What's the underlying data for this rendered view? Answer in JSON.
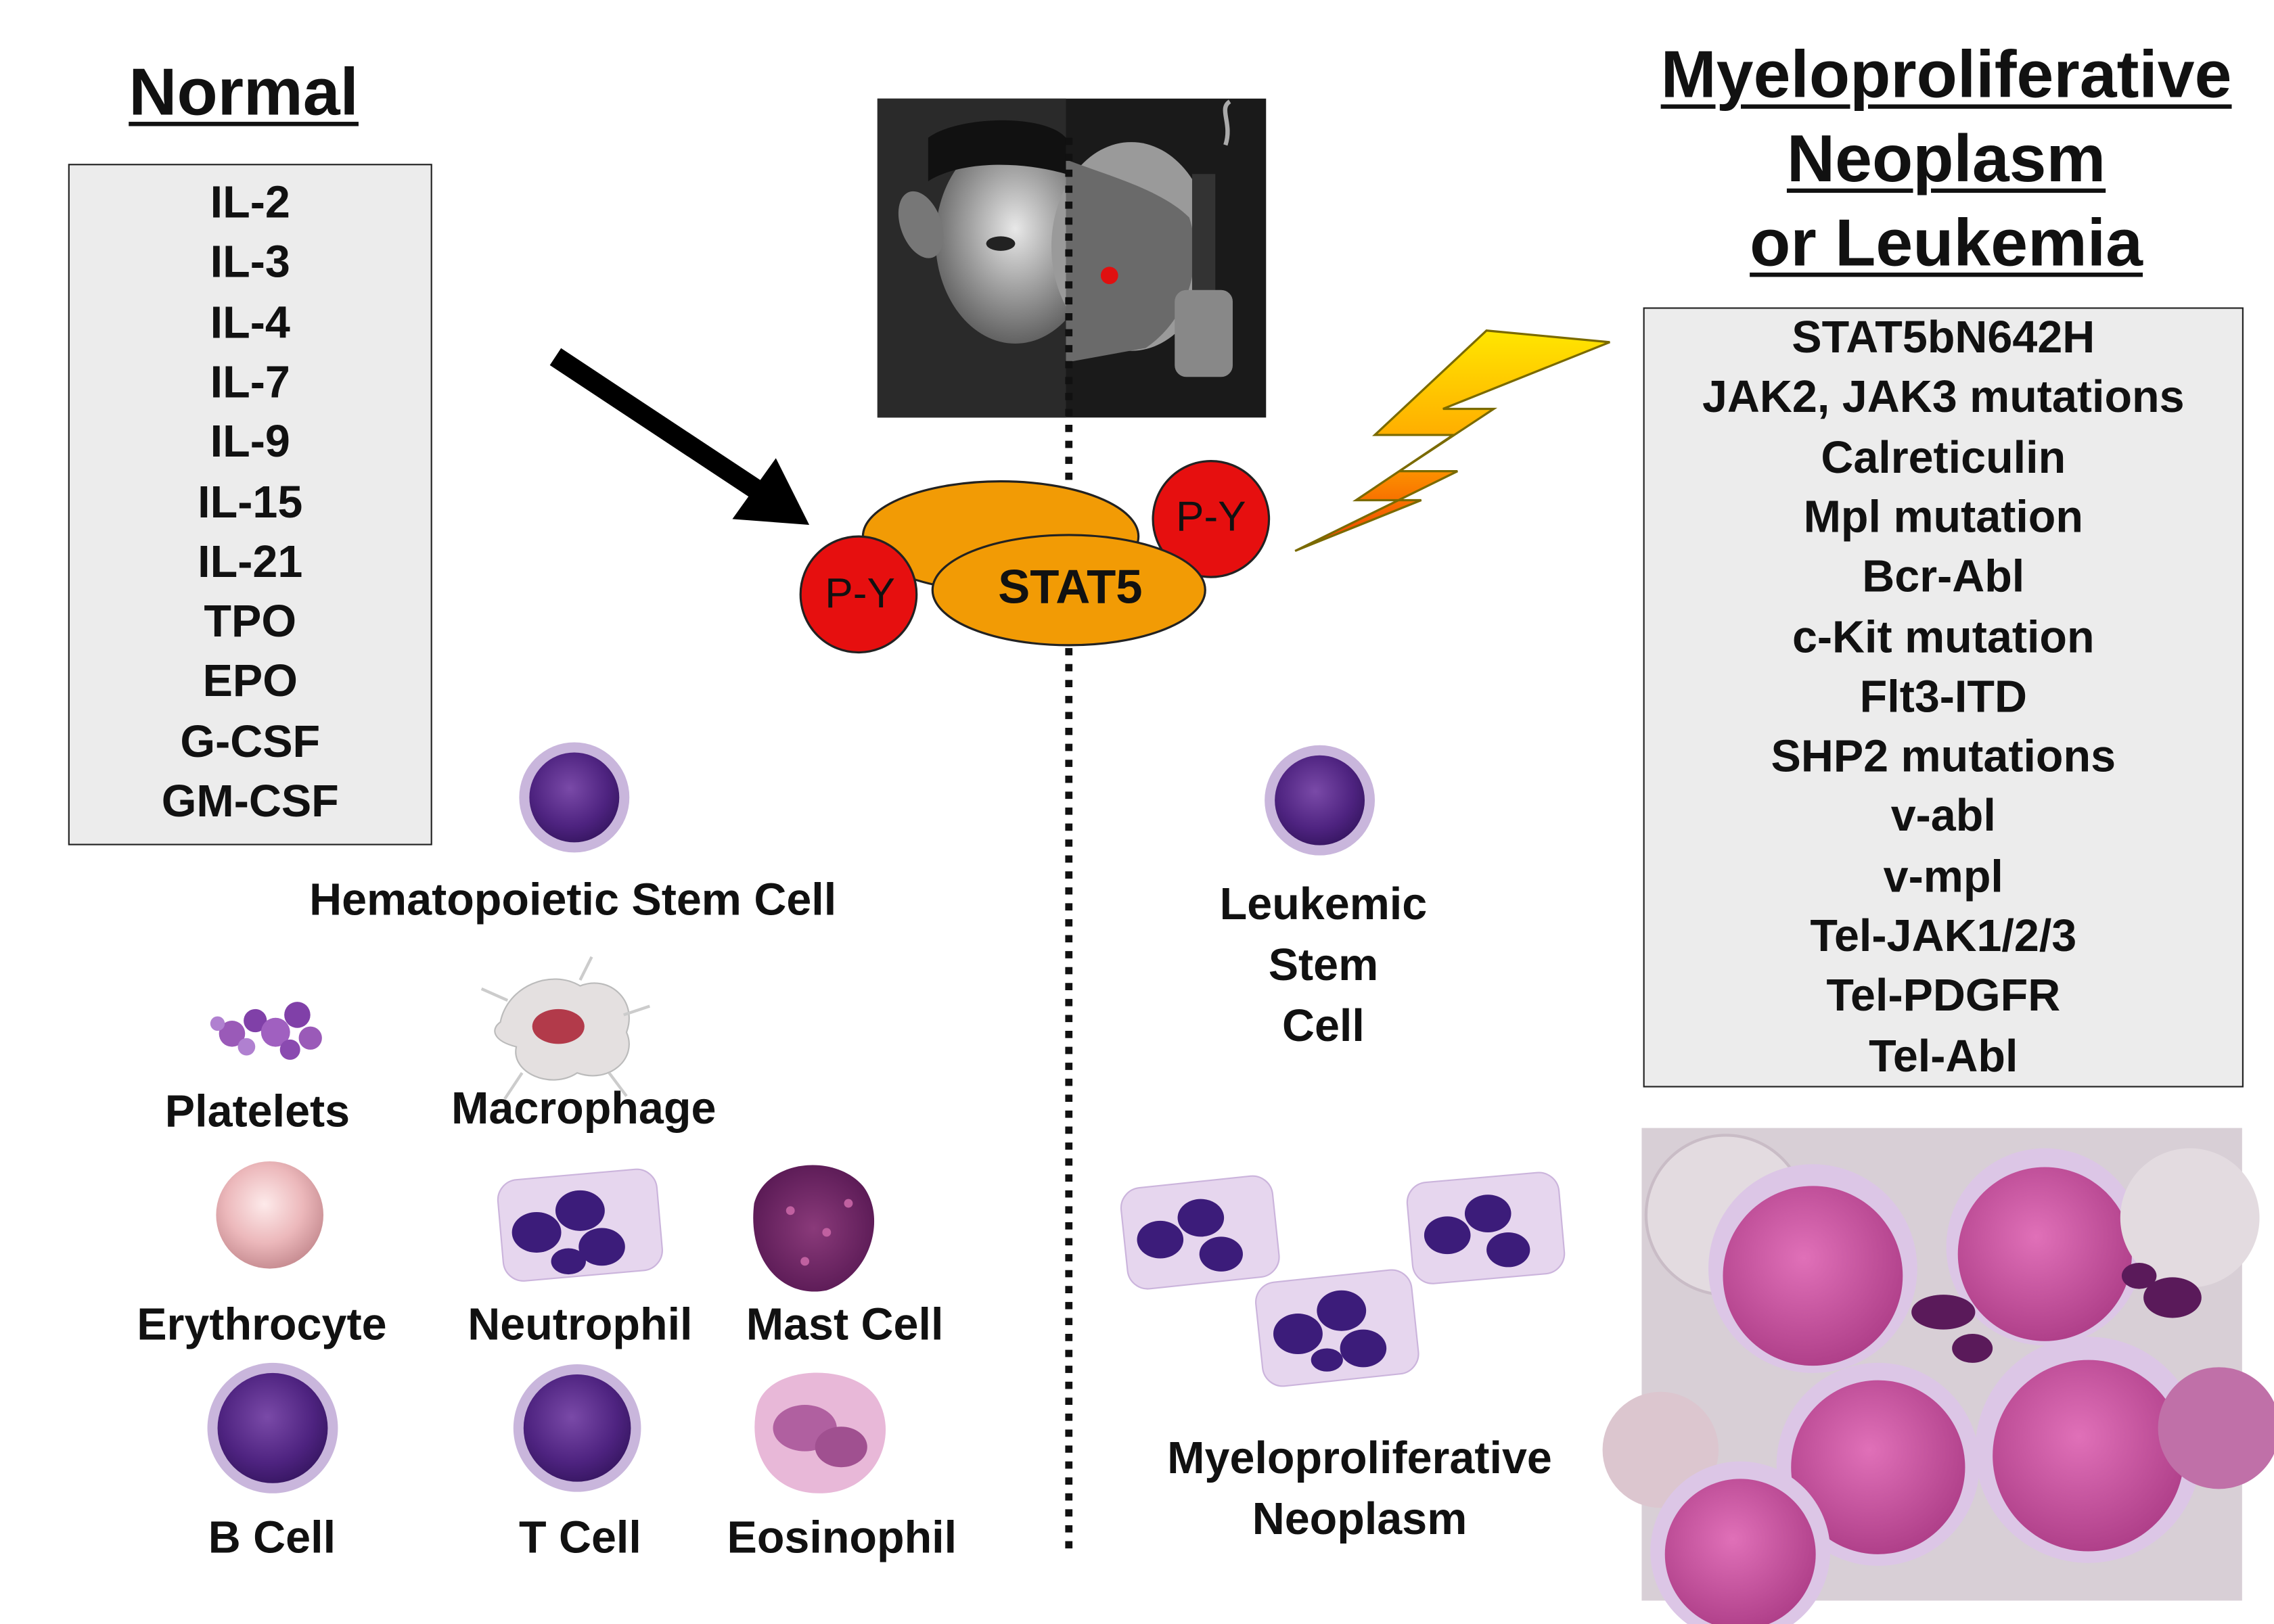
{
  "normal": {
    "heading": "Normal",
    "cytokines": [
      "IL-2",
      "IL-3",
      "IL-4",
      "IL-7",
      "IL-9",
      "IL-15",
      "IL-21",
      "TPO",
      "EPO",
      "G-CSF",
      "GM-CSF"
    ]
  },
  "disease": {
    "heading_lines": [
      "Myeloproliferative",
      "Neoplasm",
      "or Leukemia"
    ],
    "mutations": [
      "STAT5bN642H",
      "JAK2, JAK3 mutations",
      "Calreticulin",
      "Mpl mutation",
      "Bcr-Abl",
      "c-Kit mutation",
      "Flt3-ITD",
      "SHP2 mutations",
      "v-abl",
      "v-mpl",
      "Tel-JAK1/2/3",
      "Tel-PDGFR",
      "Tel-Abl"
    ]
  },
  "stat5": {
    "label": "STAT5",
    "phospho_left": "P-Y",
    "phospho_right": "P-Y"
  },
  "normal_cells": {
    "hsc": "Hematopoietic Stem Cell",
    "platelets": "Platelets",
    "macrophage": "Macrophage",
    "erythrocyte": "Erythrocyte",
    "neutrophil": "Neutrophil",
    "mast_cell": "Mast Cell",
    "b_cell": "B Cell",
    "t_cell": "T Cell",
    "eosinophil": "Eosinophil"
  },
  "disease_cells": {
    "lsc_lines": [
      "Leukemic",
      "Stem",
      "Cell"
    ],
    "mpn_lines": [
      "Myeloproliferative",
      "Neoplasm"
    ]
  },
  "colors": {
    "stat5_fill": "#f29b05",
    "phospho_fill": "#e60f0f",
    "bolt_top": "#ffe600",
    "bolt_bottom": "#f03c00",
    "box_fill": "#ececec",
    "cell_purple": "#5a2a8a"
  }
}
